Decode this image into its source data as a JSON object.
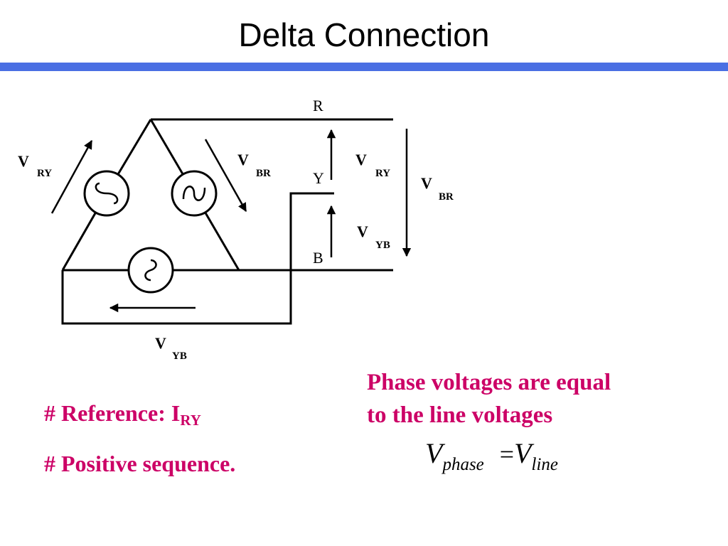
{
  "title": "Delta Connection",
  "terminals": {
    "r": "R",
    "y": "Y",
    "b": "B"
  },
  "labels": {
    "v": "V",
    "ry": "RY",
    "br": "BR",
    "yb": "YB"
  },
  "notes": {
    "phase_equal_line1": "Phase voltages are equal",
    "phase_equal_line2": "to the line voltages",
    "reference_prefix": "# Reference: I",
    "reference_sub": "RY",
    "positive_sequence": "# Positive sequence."
  },
  "formula": {
    "lhs": "V",
    "lhs_sub": "phase",
    "equals": "=",
    "rhs": "V",
    "rhs_sub": "line"
  },
  "colors": {
    "accent_bar": "#4a6fe3",
    "note_text": "#cc0066"
  }
}
